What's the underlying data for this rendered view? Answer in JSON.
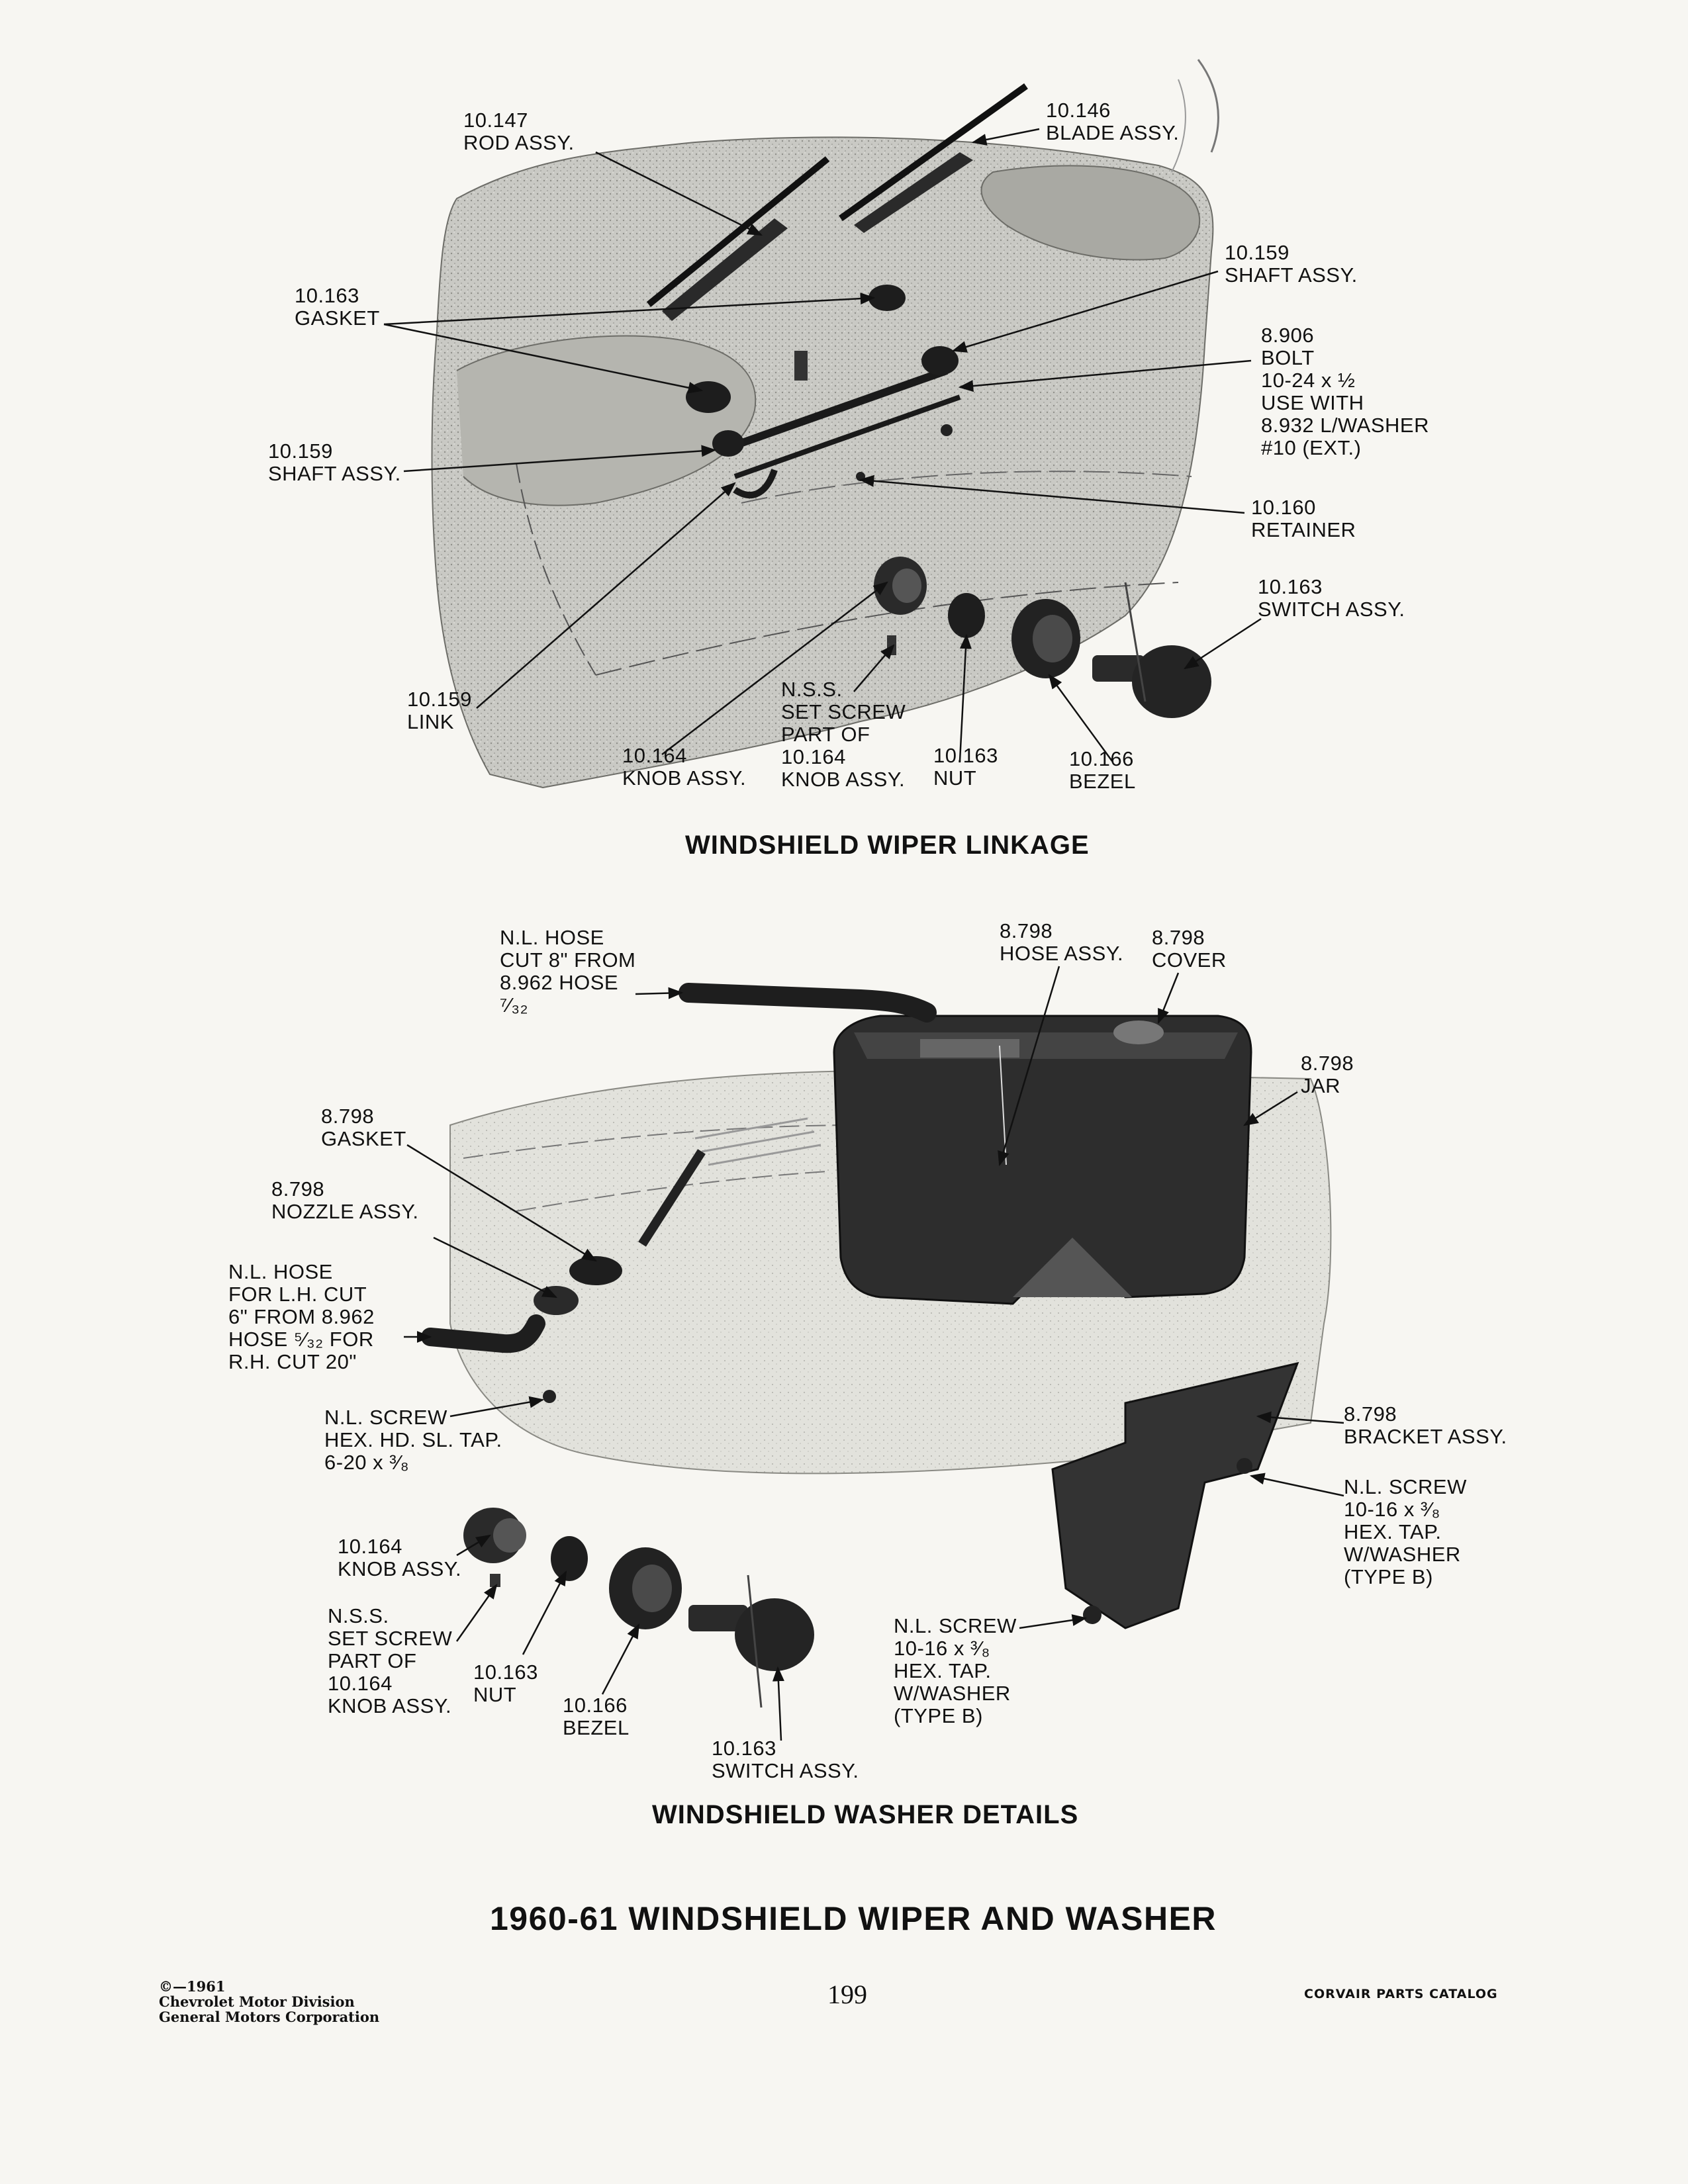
{
  "linkage": {
    "caption": "WINDSHIELD WIPER LINKAGE",
    "labels": {
      "rod_assy": [
        "10.147",
        "ROD ASSY."
      ],
      "blade_assy": [
        "10.146",
        "BLADE ASSY."
      ],
      "gasket": [
        "10.163",
        "GASKET"
      ],
      "shaft_assy_right": [
        "10.159",
        "SHAFT ASSY."
      ],
      "bolt": [
        "8.906",
        "BOLT",
        "10-24 x ½",
        "USE WITH",
        "8.932 L/WASHER",
        "#10 (EXT.)"
      ],
      "shaft_assy_left": [
        "10.159",
        "SHAFT ASSY."
      ],
      "retainer": [
        "10.160",
        "RETAINER"
      ],
      "switch_assy": [
        "10.163",
        "SWITCH ASSY."
      ],
      "link": [
        "10.159",
        "LINK"
      ],
      "set_screw": [
        "N.S.S.",
        "SET SCREW",
        "PART OF",
        "10.164",
        "KNOB ASSY."
      ],
      "knob_assy": [
        "10.164",
        "KNOB ASSY."
      ],
      "nut": [
        "10.163",
        "NUT"
      ],
      "bezel": [
        "10.166",
        "BEZEL"
      ]
    }
  },
  "washer": {
    "caption": "WINDSHIELD WASHER DETAILS",
    "labels": {
      "hose_top": [
        "N.L. HOSE",
        "CUT 8\" FROM",
        "8.962 HOSE",
        "⁷⁄₃₂"
      ],
      "hose_assy": [
        "8.798",
        "HOSE ASSY."
      ],
      "cover": [
        "8.798",
        "COVER"
      ],
      "jar": [
        "8.798",
        "JAR"
      ],
      "gasket": [
        "8.798",
        "GASKET"
      ],
      "nozzle_assy": [
        "8.798",
        "NOZZLE ASSY."
      ],
      "hose_lh": [
        "N.L. HOSE",
        "FOR L.H. CUT",
        "6\" FROM 8.962",
        "HOSE ⁵⁄₃₂ FOR",
        "R.H. CUT 20\""
      ],
      "screw_hex": [
        "N.L. SCREW",
        "HEX. HD. SL. TAP.",
        "6-20 x ³⁄₈"
      ],
      "bracket_assy": [
        "8.798",
        "BRACKET ASSY."
      ],
      "screw_right": [
        "N.L. SCREW",
        "10-16 x ³⁄₈",
        "HEX. TAP.",
        "W/WASHER",
        "(TYPE B)"
      ],
      "knob_assy": [
        "10.164",
        "KNOB ASSY."
      ],
      "set_screw": [
        "N.S.S.",
        "SET SCREW",
        "PART OF",
        "10.164",
        "KNOB ASSY."
      ],
      "nut": [
        "10.163",
        "NUT"
      ],
      "bezel": [
        "10.166",
        "BEZEL"
      ],
      "switch_assy": [
        "10.163",
        "SWITCH ASSY."
      ],
      "screw_bottom": [
        "N.L. SCREW",
        "10-16 x ³⁄₈",
        "HEX. TAP.",
        "W/WASHER",
        "(TYPE B)"
      ]
    }
  },
  "title": "1960-61 WINDSHIELD WIPER AND WASHER",
  "footer": {
    "copyright": [
      "©—1961",
      "Chevrolet Motor Division",
      "General Motors Corporation"
    ],
    "page_number": "199",
    "catalog": "CORVAIR PARTS CATALOG"
  }
}
